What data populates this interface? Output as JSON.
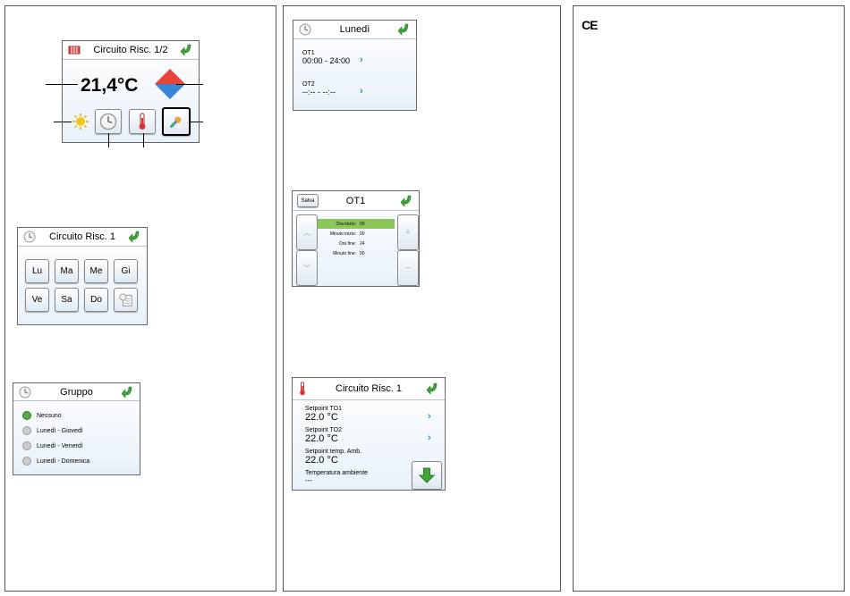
{
  "main_panel": {
    "title": "Circuito Risc. 1/2",
    "temperature": "21,4°C"
  },
  "week_panel": {
    "title": "Circuito Risc. 1",
    "days": [
      "Lu",
      "Ma",
      "Me",
      "Gi",
      "Ve",
      "Sa",
      "Do"
    ]
  },
  "group_panel": {
    "title": "Gruppo",
    "options": [
      "Nessuno",
      "Lunedì - Giovedì",
      "Lunedì - Venerdì",
      "Lunedì - Domenica"
    ],
    "selected_index": 0
  },
  "day_panel": {
    "title": "Lunedì",
    "slots": [
      {
        "label": "OT1",
        "value": "00:00 - 24:00"
      },
      {
        "label": "OT2",
        "value": "--:-- - --:--"
      }
    ]
  },
  "ot_panel": {
    "save_label": "Salva",
    "title": "OT1",
    "rows": [
      {
        "label": "Ora inizio:",
        "value": "00"
      },
      {
        "label": "Minuto inizio:",
        "value": "00"
      },
      {
        "label": "Ora fine:",
        "value": "24"
      },
      {
        "label": "Minuto fine:",
        "value": "00"
      }
    ]
  },
  "setpoint_panel": {
    "title": "Circuito Risc. 1",
    "items": [
      {
        "label": "Setpoint TO1",
        "value": "22.0 °C"
      },
      {
        "label": "Setpoint TO2",
        "value": "22.0 °C"
      },
      {
        "label": "Setpoint temp. Amb.",
        "value": "22.0 °C"
      },
      {
        "label": "Temperatura ambiente",
        "value": "---"
      }
    ]
  },
  "ce_mark": "CE",
  "colors": {
    "accent_green": "#3fa33a",
    "hot_red": "#e8453a",
    "cold_blue": "#3a84d6",
    "select_green": "#8bc65a"
  }
}
